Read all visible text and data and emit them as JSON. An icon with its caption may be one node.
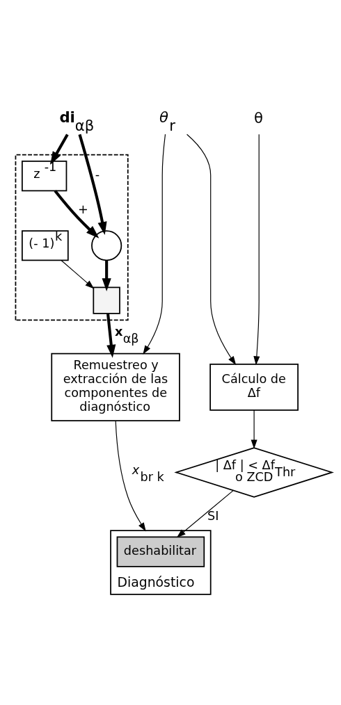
{
  "diagram": {
    "nodes": [
      {
        "text": [
          "**di**$_{αβ}$"
        ]
      },
      {
        "text": [],
        "shape": "box"
      },
      {
        "text": [],
        "shape": "circle",
        "in": 1
      },
      {
        "text": [
          "z $^{-1}$"
        ],
        "in": 1
      },
      {
        "text": [],
        "shape": "box",
        "in": 1
      },
      {
        "text": [
          "(- 1)$^{k}$"
        ],
        "in": 1
      },
      {
        "text": [
          "*θ*$_{r}$"
        ]
      },
      {
        "text": [
          "θ"
        ]
      },
      {
        "text": [
          "Remuestreo y extracción de las componentes de diagnóstico"
        ]
      },
      {
        "text": [
          "Cálculo de Δf"
        ]
      },
      {
        "text": [
          "| Δf | < Δf$_{Thr}$ o ZCD"
        ]
      },
      {
        "text": [
          "Diagnóstico"
        ]
      },
      {
        "text": [
          "deshabilitar"
        ],
        "in": 11
      }
    ],
    "edges": [
      {
        "from": 0,
        "to": 2,
        "arrow": "to",
        "label": "-",
        "style": "thick"
      },
      {
        "from": 0,
        "to": 3,
        "arrow": "to",
        "style": "thick"
      },
      {
        "from": 3,
        "to": 2,
        "arrow": "to",
        "label": "+",
        "style": "thick"
      },
      {
        "from": 2,
        "to": 4,
        "arrow": "to",
        "style": "thick"
      },
      {
        "from": 5,
        "to": 4,
        "arrow": "to"
      },
      {
        "from": 4,
        "to": 8,
        "arrow": "to",
        "label": "**x**$_{αβ}$",
        "style": "thick"
      },
      {
        "from": 6,
        "to": 8,
        "arrow": "to"
      },
      {
        "from": 6,
        "to": 9,
        "arrow": "to"
      },
      {
        "from": 7,
        "to": 9,
        "arrow": "to"
      },
      {
        "from": 9,
        "to": 10,
        "arrow": "to"
      },
      {
        "from": 8,
        "to": 11,
        "arrow": "to",
        "label": "*x*$_{br k}$"
      },
      {
        "from": 10,
        "to": 12,
        "arrow": "to",
        "label": "SI"
      }
    ]
  }
}
